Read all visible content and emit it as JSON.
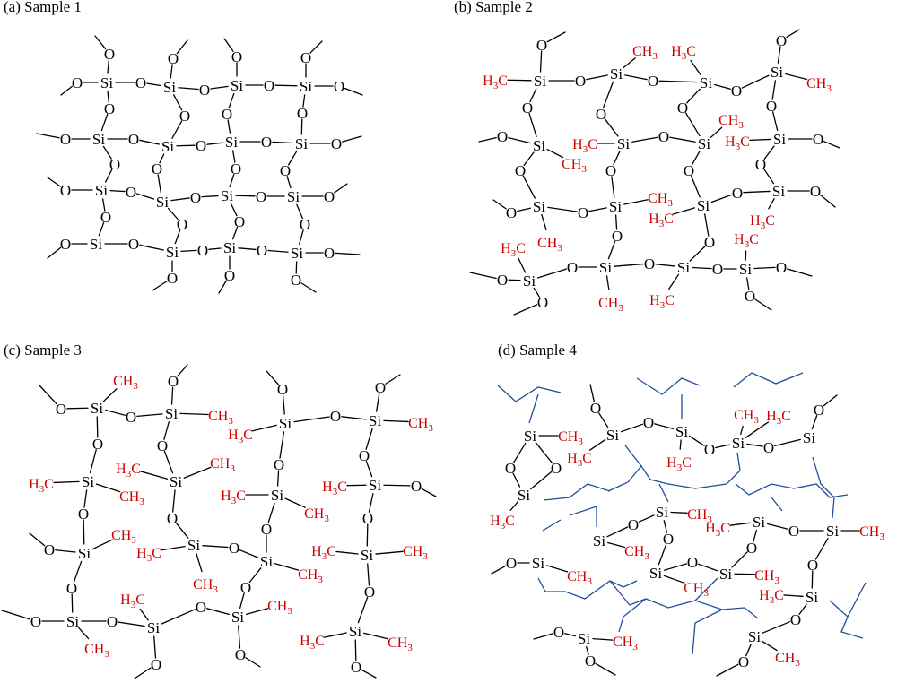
{
  "panels": [
    {
      "id": "a",
      "caption": "(a) Sample 1"
    },
    {
      "id": "b",
      "caption": "(b) Sample 2"
    },
    {
      "id": "c",
      "caption": "(c) Sample 3"
    },
    {
      "id": "d",
      "caption": "(d) Sample 4"
    }
  ],
  "atoms": {
    "silicon": "Si",
    "oxygen": "O",
    "methyl_right": "CH3",
    "methyl_left": "H3C"
  },
  "colors": {
    "bond": "#000000",
    "silicon": "#000000",
    "oxygen": "#000000",
    "methyl": "#cc0000",
    "alkyl_chain": "#1f4e9c"
  }
}
